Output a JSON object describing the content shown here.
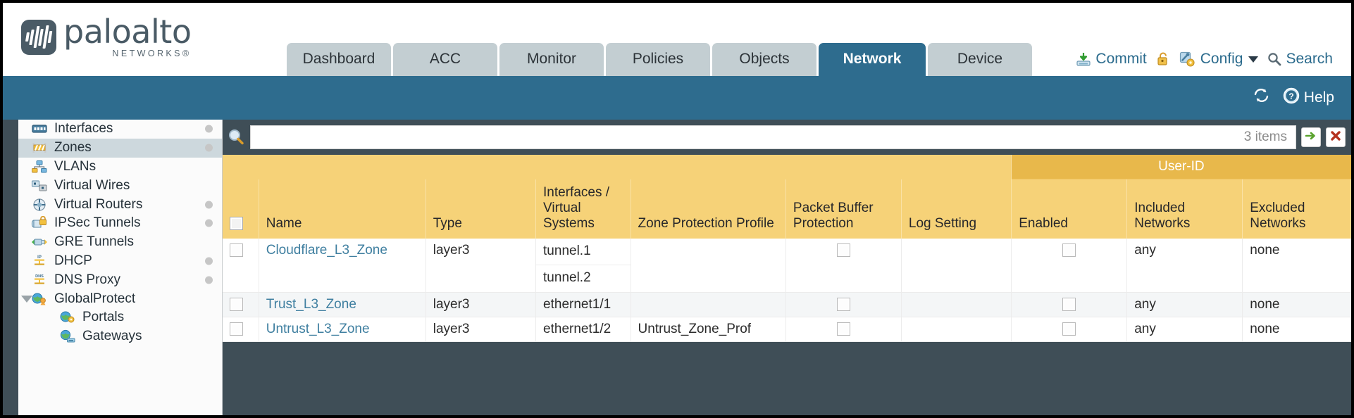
{
  "brand": {
    "name": "paloalto",
    "tagline": "NETWORKS®",
    "logo_icon": "paloalto-bars-logo"
  },
  "nav": {
    "tabs": [
      {
        "label": "Dashboard",
        "active": false
      },
      {
        "label": "ACC",
        "active": false
      },
      {
        "label": "Monitor",
        "active": false
      },
      {
        "label": "Policies",
        "active": false
      },
      {
        "label": "Objects",
        "active": false
      },
      {
        "label": "Network",
        "active": true
      },
      {
        "label": "Device",
        "active": false
      }
    ]
  },
  "top_actions": {
    "commit": "Commit",
    "commit_icon": "commit-download-icon",
    "lock_icon": "unlocked-padlock-icon",
    "config": "Config",
    "config_icon": "config-wrench-key-icon",
    "config_caret": "chevron-down-icon",
    "search": "Search",
    "search_icon": "search-magnifier-icon"
  },
  "subbar": {
    "refresh_icon": "refresh-icon",
    "help_label": "Help",
    "help_icon": "help-question-icon"
  },
  "sidebar": {
    "items": [
      {
        "label": "Interfaces",
        "icon": "interfaces-icon",
        "selected": false,
        "dot": true,
        "child": false,
        "caret": false
      },
      {
        "label": "Zones",
        "icon": "zones-barrier-icon",
        "selected": true,
        "dot": true,
        "child": false,
        "caret": false
      },
      {
        "label": "VLANs",
        "icon": "vlans-icon",
        "selected": false,
        "dot": false,
        "child": false,
        "caret": false
      },
      {
        "label": "Virtual Wires",
        "icon": "virtual-wires-icon",
        "selected": false,
        "dot": false,
        "child": false,
        "caret": false
      },
      {
        "label": "Virtual Routers",
        "icon": "virtual-routers-icon",
        "selected": false,
        "dot": true,
        "child": false,
        "caret": false
      },
      {
        "label": "IPSec Tunnels",
        "icon": "ipsec-tunnels-icon",
        "selected": false,
        "dot": true,
        "child": false,
        "caret": false
      },
      {
        "label": "GRE Tunnels",
        "icon": "gre-tunnels-icon",
        "selected": false,
        "dot": false,
        "child": false,
        "caret": false
      },
      {
        "label": "DHCP",
        "icon": "dhcp-icon",
        "selected": false,
        "dot": true,
        "child": false,
        "caret": false
      },
      {
        "label": "DNS Proxy",
        "icon": "dns-proxy-icon",
        "selected": false,
        "dot": true,
        "child": false,
        "caret": false
      },
      {
        "label": "GlobalProtect",
        "icon": "globalprotect-icon",
        "selected": false,
        "dot": false,
        "child": false,
        "caret": true
      },
      {
        "label": "Portals",
        "icon": "portals-icon",
        "selected": false,
        "dot": false,
        "child": true,
        "caret": false
      },
      {
        "label": "Gateways",
        "icon": "gateways-icon",
        "selected": false,
        "dot": false,
        "child": true,
        "caret": false
      }
    ]
  },
  "search": {
    "icon": "search-magnifier-icon",
    "value": "",
    "placeholder": "",
    "items_count": "3 items",
    "apply_icon": "green-arrow-apply-icon",
    "clear_icon": "red-x-clear-icon"
  },
  "table": {
    "group_header": "User-ID",
    "columns": [
      "Name",
      "Type",
      "Interfaces / Virtual Systems",
      "Zone Protection Profile",
      "Packet Buffer Protection",
      "Log Setting",
      "Enabled",
      "Included Networks",
      "Excluded Networks"
    ],
    "rows": [
      {
        "name": "Cloudflare_L3_Zone",
        "type": "layer3",
        "interfaces": [
          "tunnel.1",
          "tunnel.2"
        ],
        "zone_protection_profile": "",
        "packet_buffer_protection": false,
        "log_setting": "",
        "userid_enabled": false,
        "included_networks": "any",
        "excluded_networks": "none"
      },
      {
        "name": "Trust_L3_Zone",
        "type": "layer3",
        "interfaces": [
          "ethernet1/1"
        ],
        "zone_protection_profile": "",
        "packet_buffer_protection": false,
        "log_setting": "",
        "userid_enabled": false,
        "included_networks": "any",
        "excluded_networks": "none"
      },
      {
        "name": "Untrust_L3_Zone",
        "type": "layer3",
        "interfaces": [
          "ethernet1/2"
        ],
        "zone_protection_profile": "Untrust_Zone_Prof",
        "packet_buffer_protection": false,
        "log_setting": "",
        "userid_enabled": false,
        "included_networks": "any",
        "excluded_networks": "none"
      }
    ]
  },
  "colors": {
    "brand_blue": "#2e6c8e",
    "header_amber": "#f6d278",
    "group_amber": "#e8b84b",
    "body_slate": "#3f4e57",
    "link_blue": "#3f7fa0"
  }
}
